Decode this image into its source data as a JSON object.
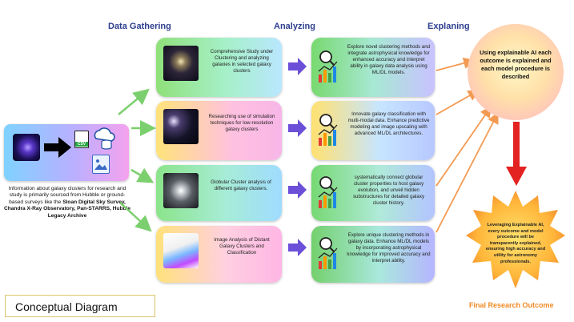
{
  "headers": {
    "gathering": "Data Gathering",
    "analyzing": "Analyzing",
    "explaining": "Explaning"
  },
  "source": {
    "text": "Information about galaxy clusters for research and study is primarily sourced from Hubble or ground-based surveys like the",
    "bold": "Sloan Digital Sky Survey, Chandra X-Ray Observatory, Pan-STARRS, Hubble Legacy Archive",
    "csv_label": "CSV"
  },
  "gathering": [
    "Comprehensive Study under Clustering and analyzing galaxies in selected galaxy clusters",
    "Researching use of simulation techniques for low-resolution galaxy clusters",
    "Globular Cluster analysis of different galaxy clusters.",
    "Image Analysis of Distant Galaxy Clusters and Classification"
  ],
  "analyzing": [
    "Explore novel clustering methods and integrate astrophysical knowledge for enhanced accuracy and interpret ability in galaxy data analysis using ML/DL models.",
    "Innovate galaxy classification with multi-modal data. Enhance predictive modeling and image upscaling with advanced ML/DL architectures.",
    "systematically connect globular cluster properties to host galaxy evolution, and unveil hidden substructures for detailed galaxy cluster history.",
    "Explore unique clustering methods in galaxy data. Enhance ML/DL models by incorporating astrophysical knowledge for improved accuracy and interpret ability."
  ],
  "explaining": {
    "circle_text": "Using explainable AI each outcome is explained and each model procedure is described",
    "star_text": "Leveraging Explainable AI, every outcome and model procedure will be transparently explained, ensuring high accuracy and utility for astronomy professionals.",
    "final_label": "Final Research Outcome"
  },
  "caption": "Conceptual Diagram",
  "colors": {
    "header": "#2e3f8f",
    "purple_arrow": "#6b4fd8",
    "green_arrow": "#7ccf6e",
    "orange_arrow": "#f39a52",
    "red_arrow": "#e32222",
    "final_label": "#f08a24"
  }
}
